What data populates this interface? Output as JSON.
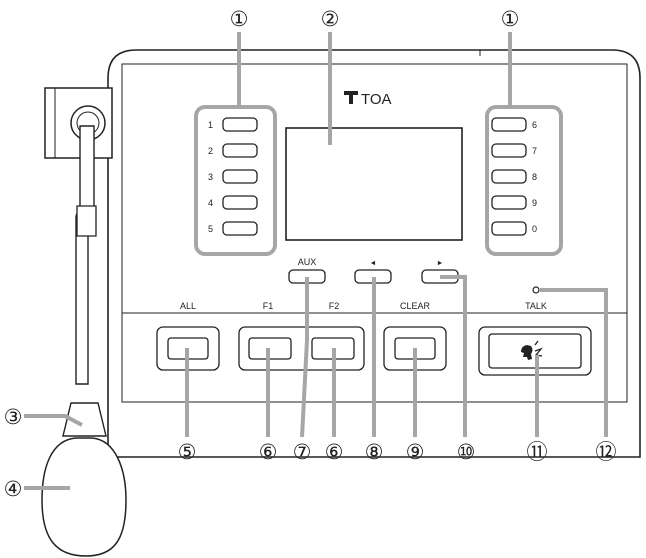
{
  "brand": "TOA",
  "numeric_keys_left": [
    "1",
    "2",
    "3",
    "4",
    "5"
  ],
  "numeric_keys_right": [
    "6",
    "7",
    "8",
    "9",
    "0"
  ],
  "small_keys": {
    "aux": "AUX",
    "left_arrow": "◄",
    "right_arrow": "►"
  },
  "function_labels": {
    "all": "ALL",
    "f1": "F1",
    "f2": "F2",
    "clear": "CLEAR",
    "talk": "TALK"
  },
  "talk_icon": "speaking-head-icon",
  "callouts": {
    "c1": "①",
    "c2": "②",
    "c3": "③",
    "c4": "④",
    "c5": "⑤",
    "c6": "⑥",
    "c7": "⑦",
    "c8": "⑧",
    "c9": "⑨",
    "c10": "⑩",
    "c11": "⑪",
    "c12": "⑫"
  },
  "colors": {
    "line": "#222222",
    "highlight": "#a6a6a6"
  }
}
